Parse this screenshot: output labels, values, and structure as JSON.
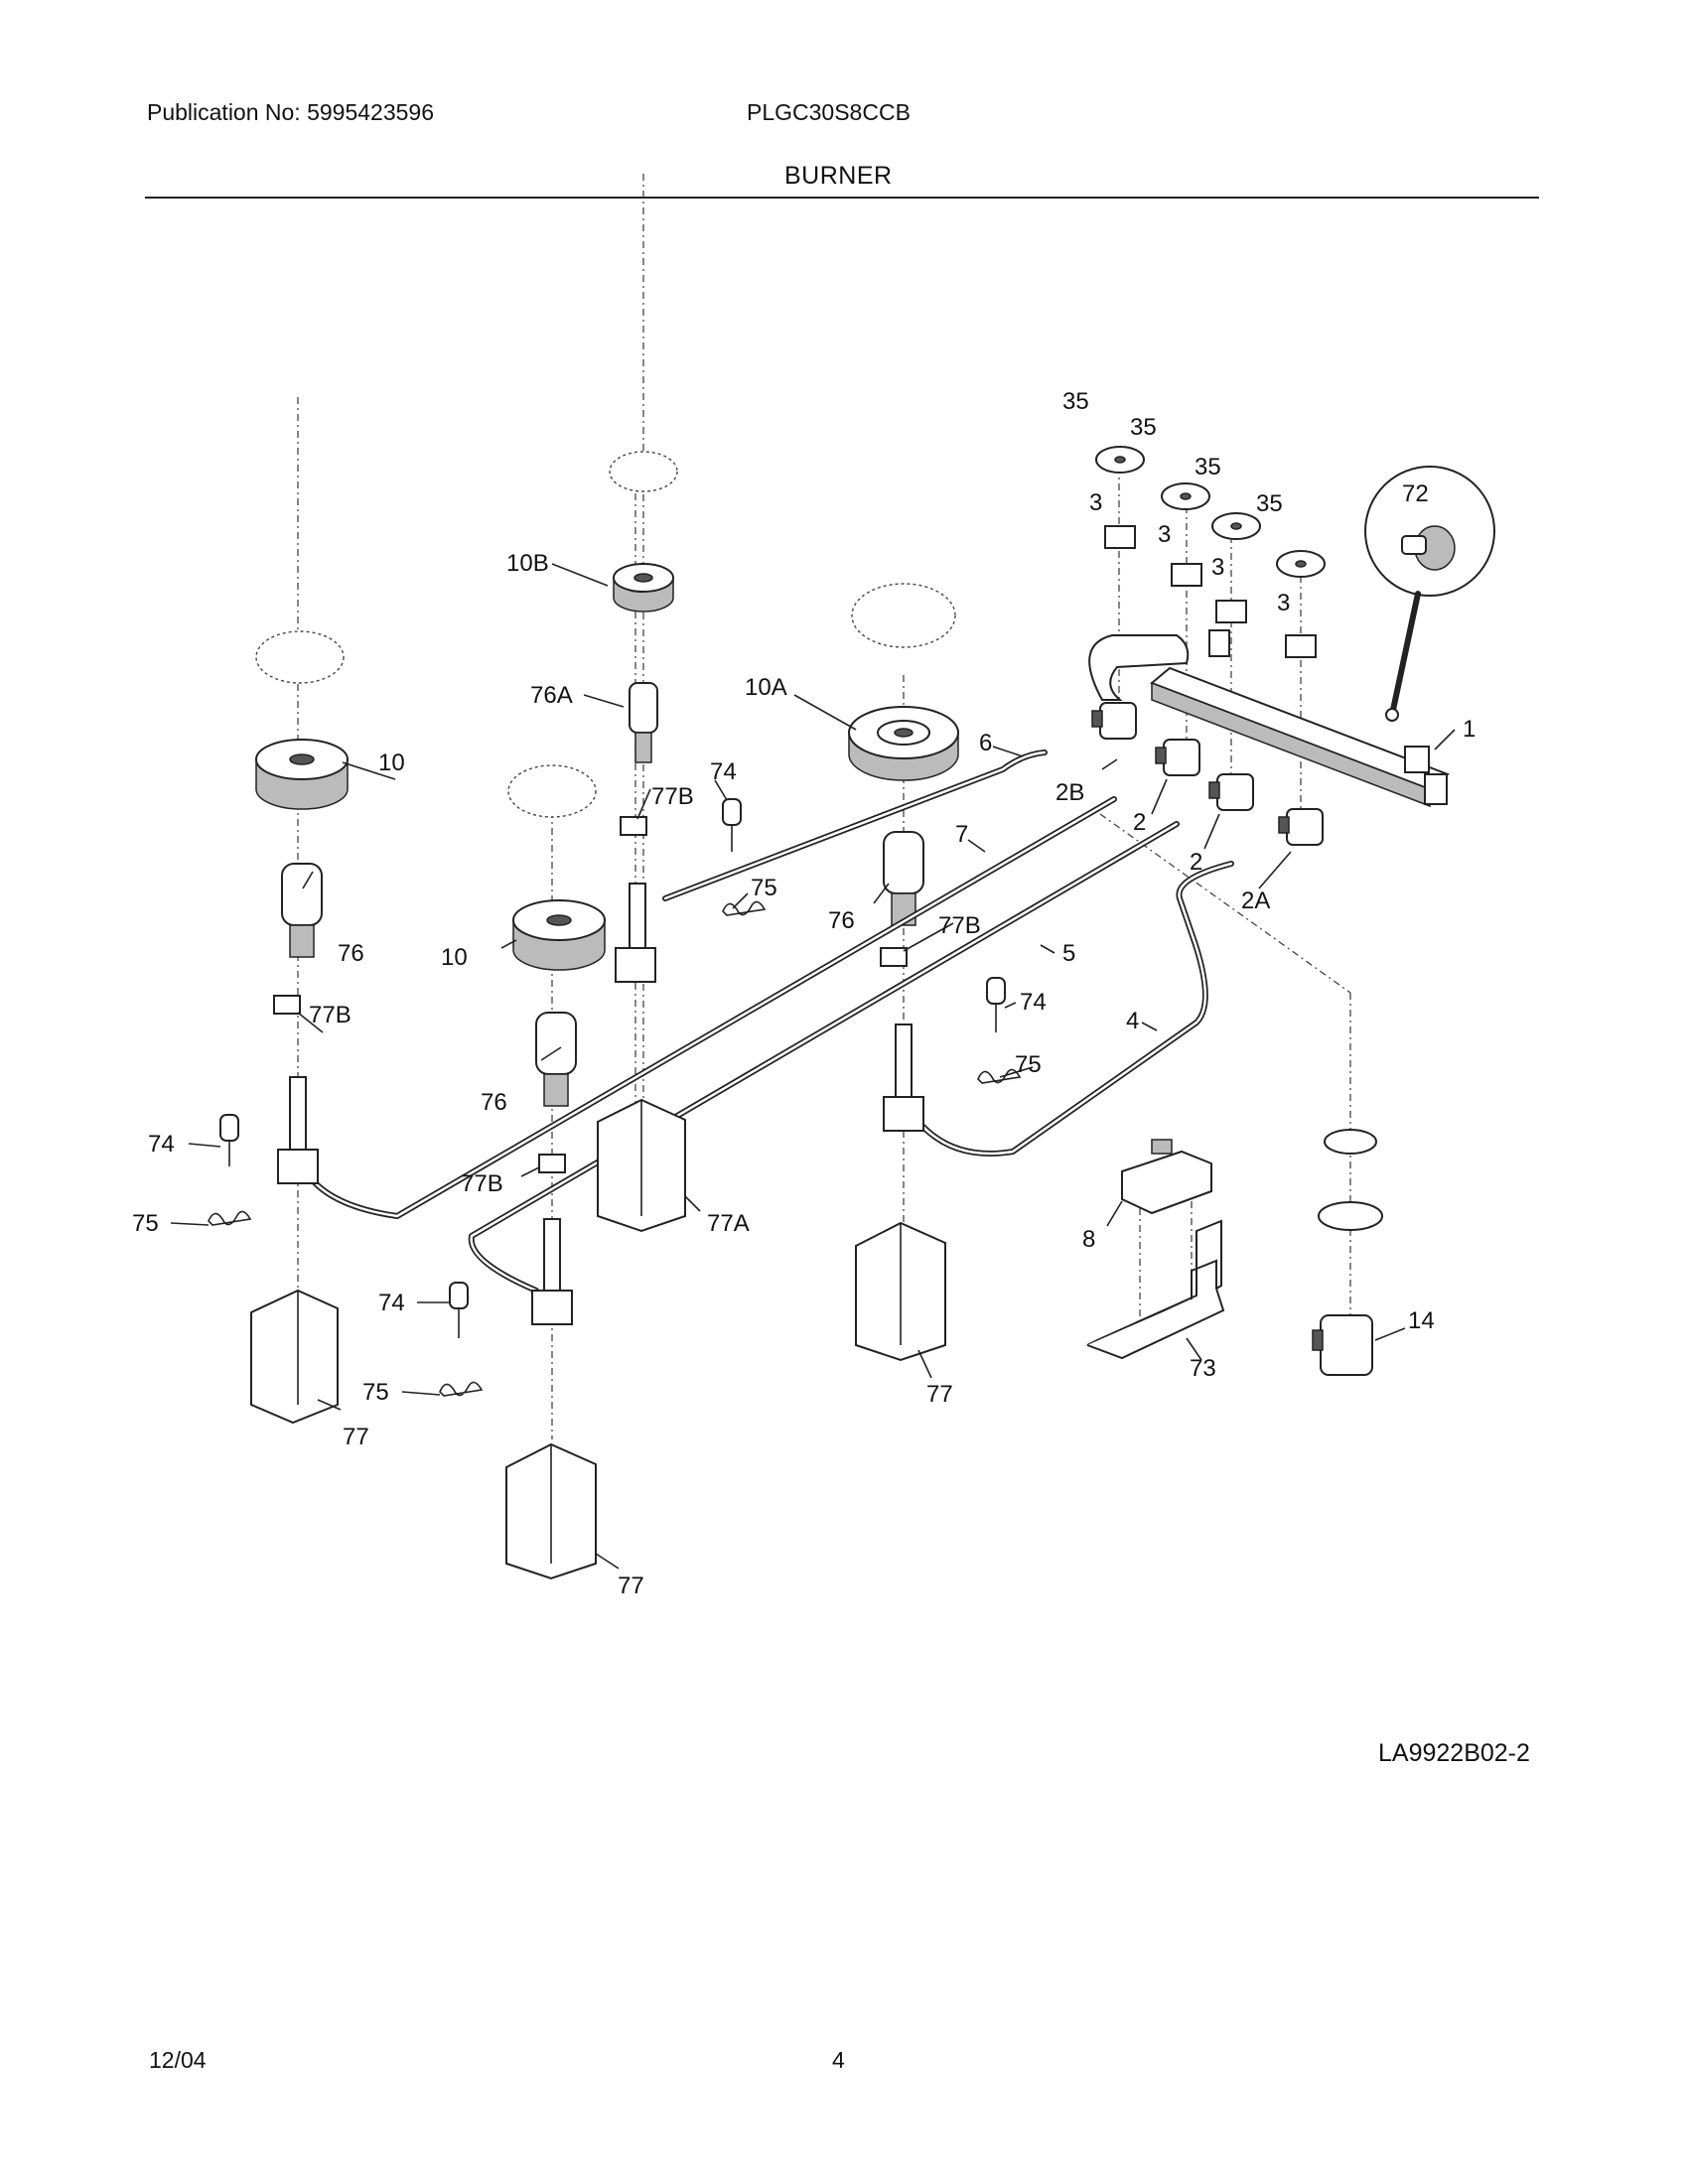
{
  "header": {
    "publication": "Publication No: 5995423596",
    "model": "PLGC30S8CCB",
    "section": "BURNER"
  },
  "diagram": {
    "callouts": {
      "c1": "1",
      "c2a": "2",
      "c2b": "2",
      "c2A": "2A",
      "c2B": "2B",
      "c3a": "3",
      "c3b": "3",
      "c3c": "3",
      "c3d": "3",
      "c4": "4",
      "c5": "5",
      "c6": "6",
      "c7": "7",
      "c8": "8",
      "c10a": "10",
      "c10b": "10",
      "c10A": "10A",
      "c10B": "10B",
      "c14": "14",
      "c35a": "35",
      "c35b": "35",
      "c35c": "35",
      "c35d": "35",
      "c72": "72",
      "c73": "73",
      "c74a": "74",
      "c74b": "74",
      "c74c": "74",
      "c74d": "74",
      "c75a": "75",
      "c75b": "75",
      "c75c": "75",
      "c75d": "75",
      "c76a": "76",
      "c76b": "76",
      "c76c": "76",
      "c76A": "76A",
      "c77a": "77",
      "c77b": "77",
      "c77c": "77",
      "c77A": "77A",
      "c77Ba": "77B",
      "c77Bb": "77B",
      "c77Bc": "77B",
      "c77Bd": "77B"
    },
    "drawing_code": "LA9922B02-2"
  },
  "footer": {
    "date": "12/04",
    "page": "4"
  }
}
